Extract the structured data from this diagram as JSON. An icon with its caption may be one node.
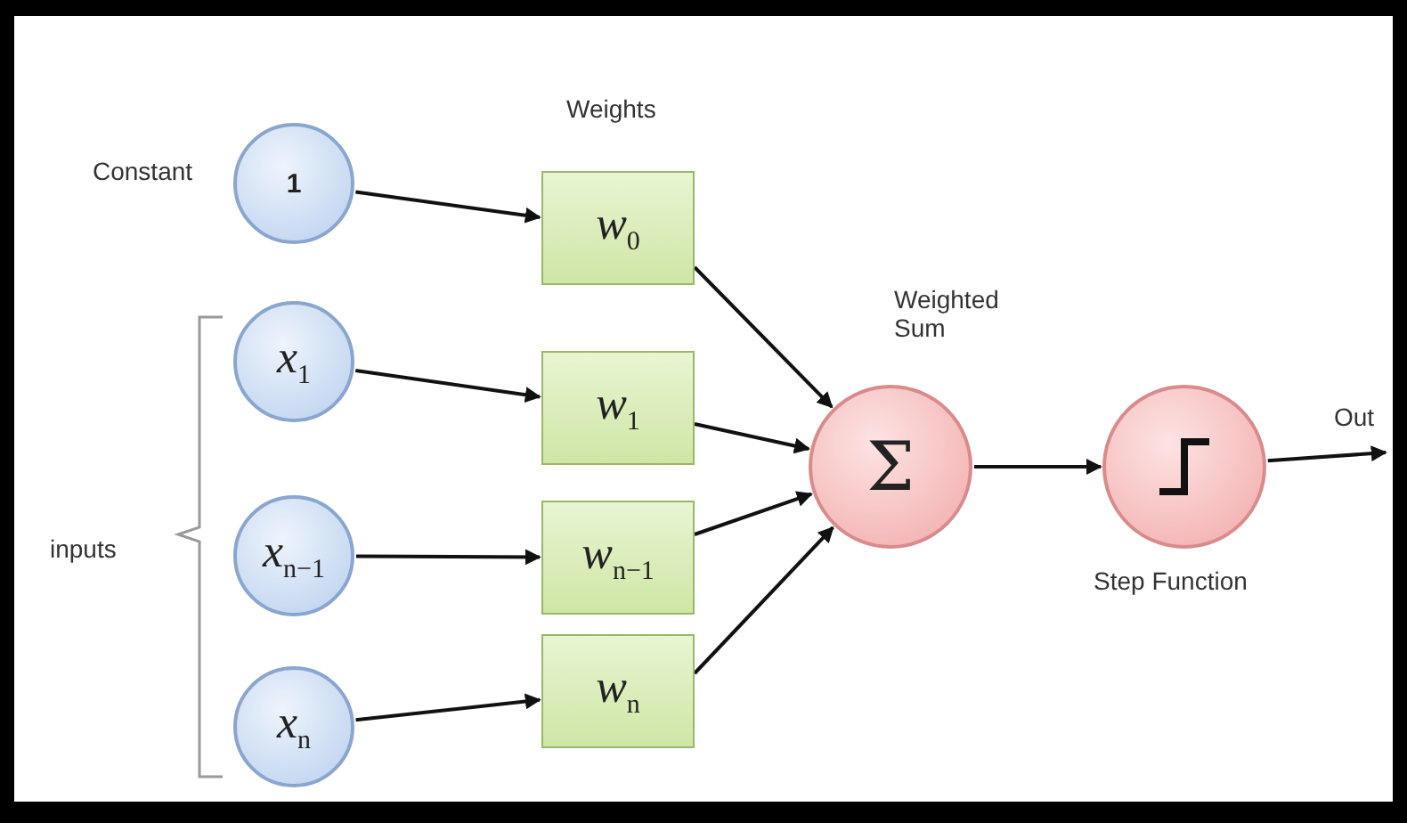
{
  "diagram": {
    "nodes": [
      {
        "text": [
          "1"
        ],
        "beside": [
          "Constant"
        ]
      },
      {
        "text": [
          "*x*$_{1}$"
        ]
      },
      {
        "text": [
          "*x*$_{n−1}$"
        ]
      },
      {
        "text": [
          "*x*$_{n}$"
        ]
      },
      {
        "text": [
          "*w*$_{0}$"
        ]
      },
      {
        "text": [
          "*w*$_{1}$"
        ]
      },
      {
        "text": [
          "*w*$_{n−1}$"
        ]
      },
      {
        "text": [
          "*w*$_{n}$"
        ]
      },
      {
        "text": [
          "Σ"
        ],
        "beside": [
          "Weighted Sum"
        ]
      },
      {
        "text": [],
        "shape": "circle",
        "beside": [
          "Step Function"
        ]
      }
    ],
    "edges": [
      {
        "from": 0,
        "to": 4,
        "arrow": "to"
      },
      {
        "from": 1,
        "to": 5,
        "arrow": "to"
      },
      {
        "from": 2,
        "to": 6,
        "arrow": "to"
      },
      {
        "from": 3,
        "to": 7,
        "arrow": "to"
      },
      {
        "from": 4,
        "to": 8,
        "arrow": "to"
      },
      {
        "from": 5,
        "to": 8,
        "arrow": "to"
      },
      {
        "from": 6,
        "to": 8,
        "arrow": "to"
      },
      {
        "from": 7,
        "to": 8,
        "arrow": "to"
      },
      {
        "from": 8,
        "to": 9,
        "arrow": "to"
      },
      {
        "from": 9,
        "to": null,
        "arrow": "to",
        "label": "Out"
      }
    ],
    "labels": [
      "Weights",
      "inputs"
    ]
  }
}
